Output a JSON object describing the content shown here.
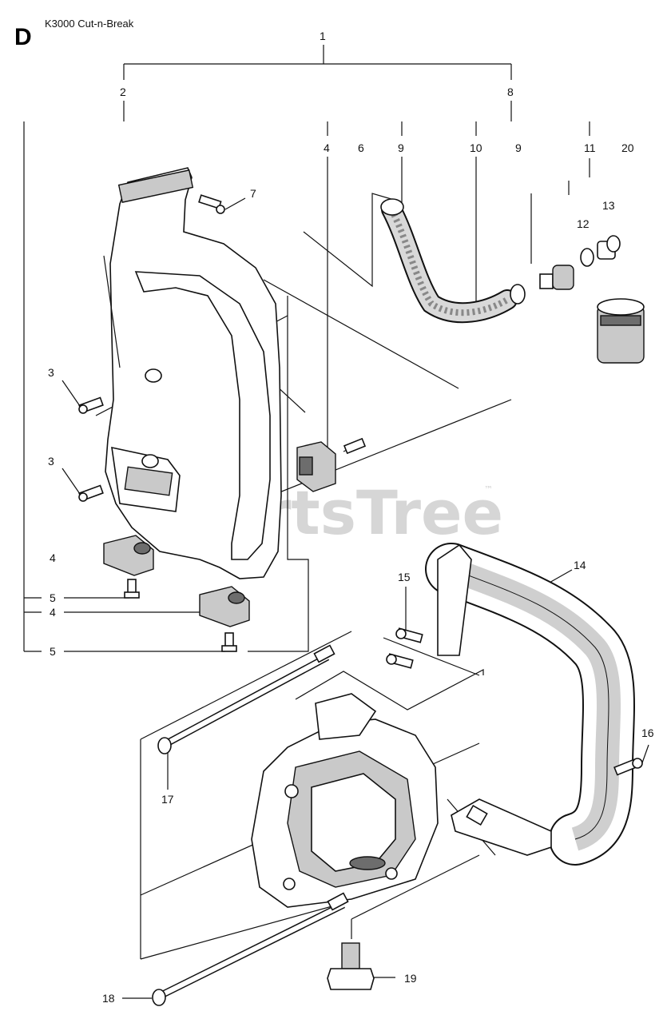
{
  "header": {
    "section_letter": "D",
    "title": "K3000 Cut-n-Break"
  },
  "watermark": {
    "text": "PartsTree",
    "trademark": "™"
  },
  "callouts": {
    "c1": "1",
    "c2": "2",
    "c8": "8",
    "c4_top": "4",
    "c6": "6",
    "c9_top": "9",
    "c10": "10",
    "c9_b": "9",
    "c11": "11",
    "c20": "20",
    "c13": "13",
    "c12": "12",
    "c7": "7",
    "c3_a": "3",
    "c3_b": "3",
    "c4_mid": "4",
    "c5_a": "5",
    "c4_low": "4",
    "c5_b": "5",
    "c14": "14",
    "c15": "15",
    "c16": "16",
    "c17": "17",
    "c19": "19",
    "c18": "18"
  }
}
